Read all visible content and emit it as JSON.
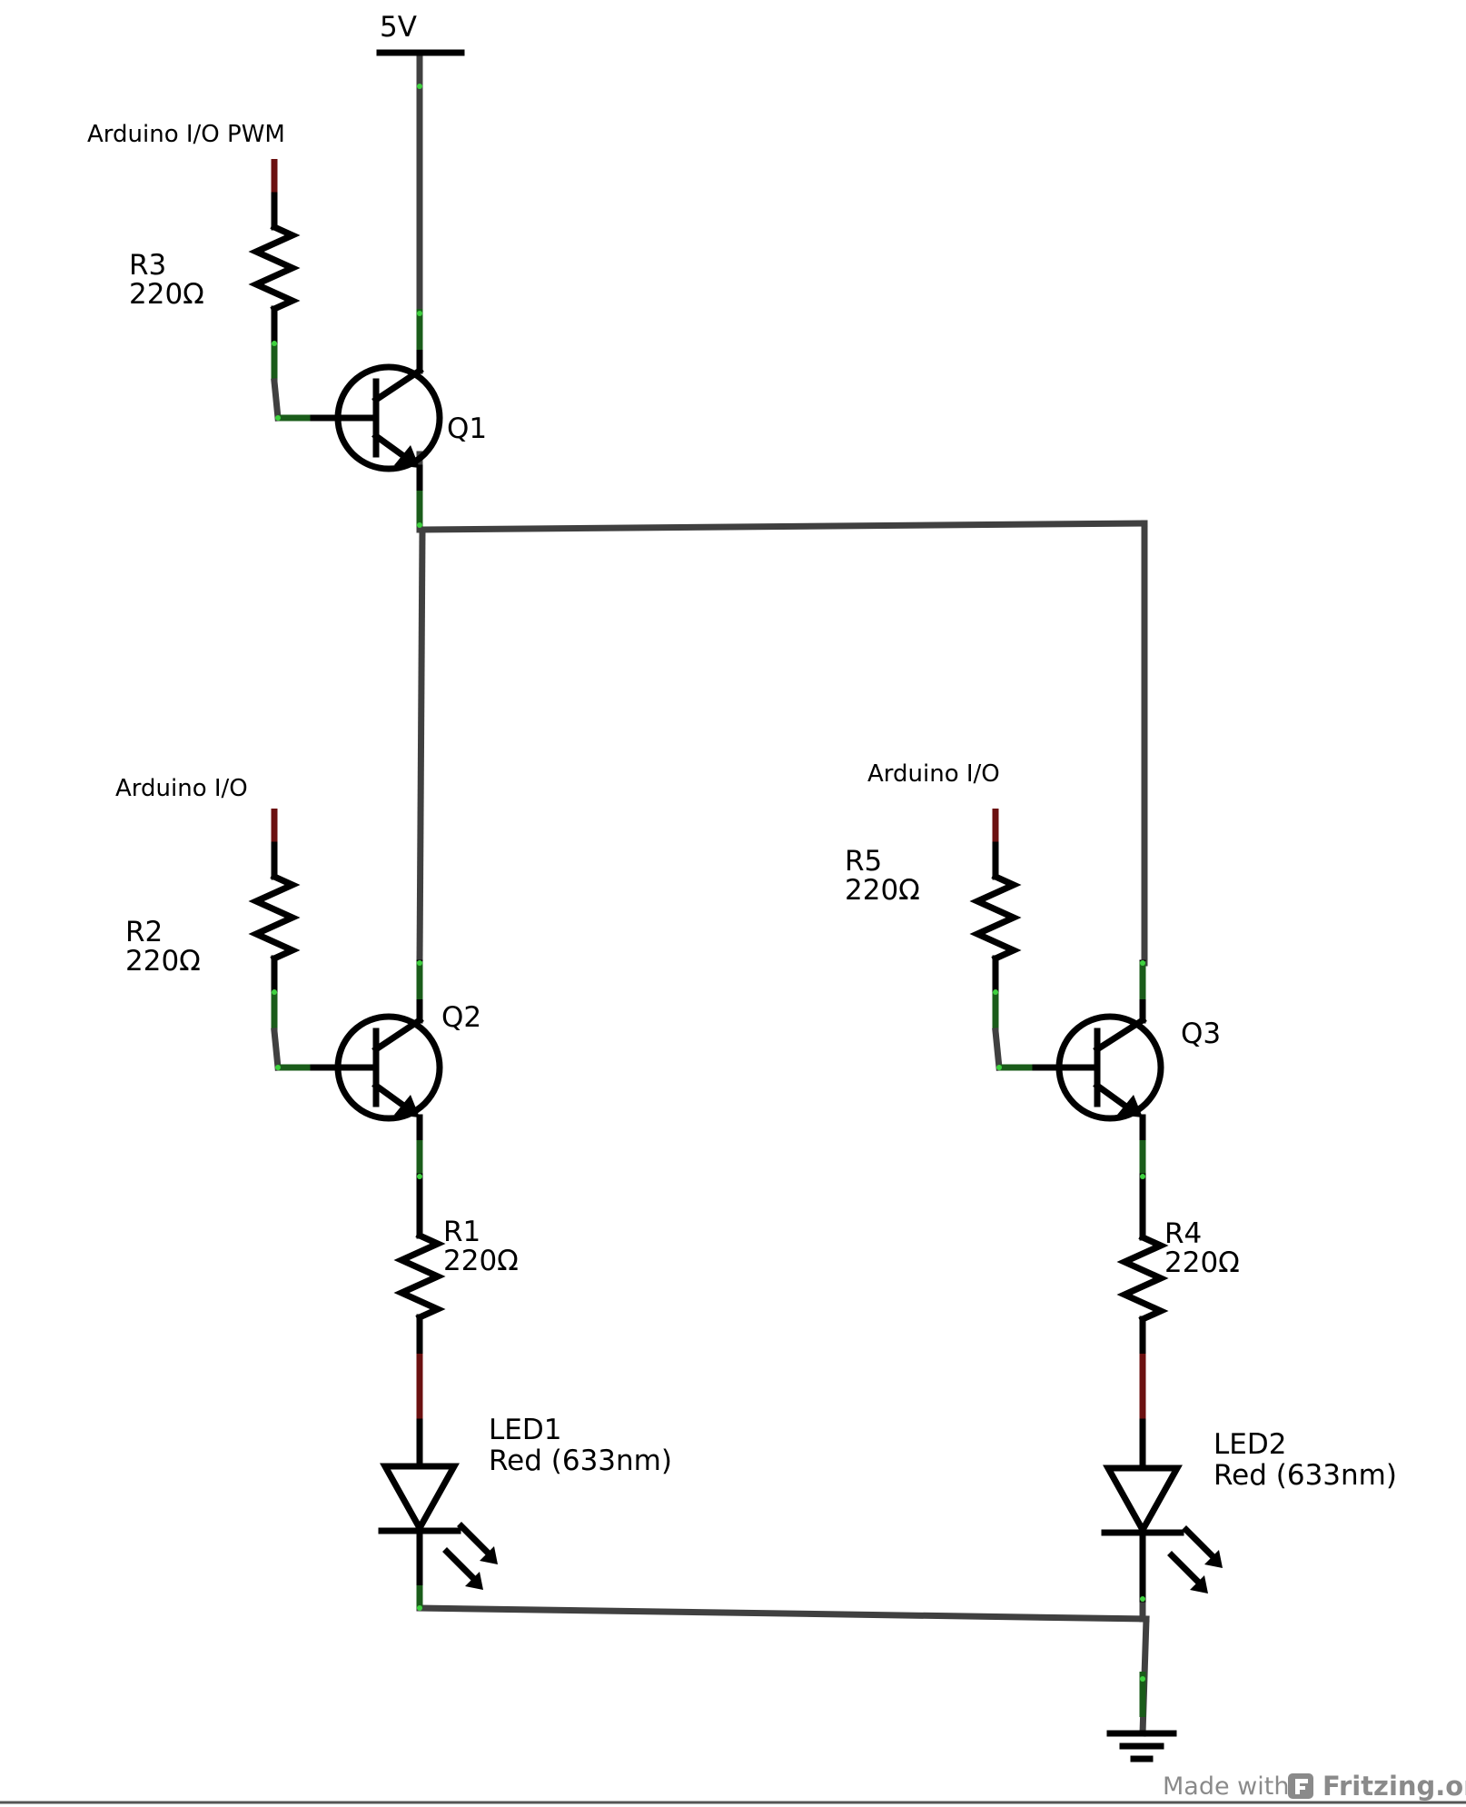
{
  "supply": {
    "label": "5V"
  },
  "inputs": {
    "pwm": "Arduino I/O PWM",
    "io_left": "Arduino I/O",
    "io_right": "Arduino I/O"
  },
  "resistors": {
    "r1": {
      "name": "R1",
      "value": "220Ω"
    },
    "r2": {
      "name": "R2",
      "value": "220Ω"
    },
    "r3": {
      "name": "R3",
      "value": "220Ω"
    },
    "r4": {
      "name": "R4",
      "value": "220Ω"
    },
    "r5": {
      "name": "R5",
      "value": "220Ω"
    }
  },
  "transistors": {
    "q1": "Q1",
    "q2": "Q2",
    "q3": "Q3"
  },
  "leds": {
    "led1": {
      "name": "LED1",
      "value": "Red (633nm)"
    },
    "led2": {
      "name": "LED2",
      "value": "Red (633nm)"
    }
  },
  "footer": {
    "made_with": "Made with",
    "brand": "Fritzing.org"
  }
}
